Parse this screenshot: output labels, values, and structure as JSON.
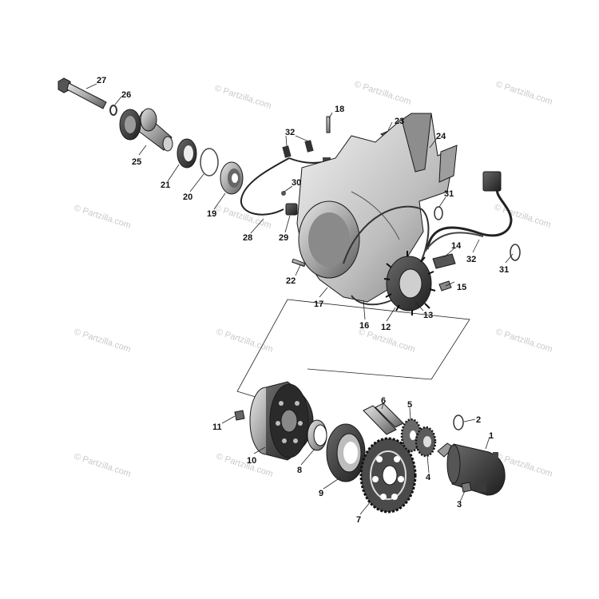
{
  "watermark": "© Partzilla.com",
  "callouts": [
    "1",
    "2",
    "3",
    "4",
    "5",
    "6",
    "7",
    "8",
    "9",
    "10",
    "11",
    "12",
    "13",
    "14",
    "15",
    "16",
    "17",
    "18",
    "19",
    "20",
    "21",
    "22",
    "23",
    "24",
    "25",
    "26",
    "27",
    "28",
    "29",
    "30",
    "31",
    "32"
  ],
  "colors": {
    "part_dark": "#2e2e2e",
    "part_mid": "#7a7a7a",
    "part_light": "#c8c8c8",
    "line": "#222222",
    "watermark": "#c9c9c9"
  }
}
